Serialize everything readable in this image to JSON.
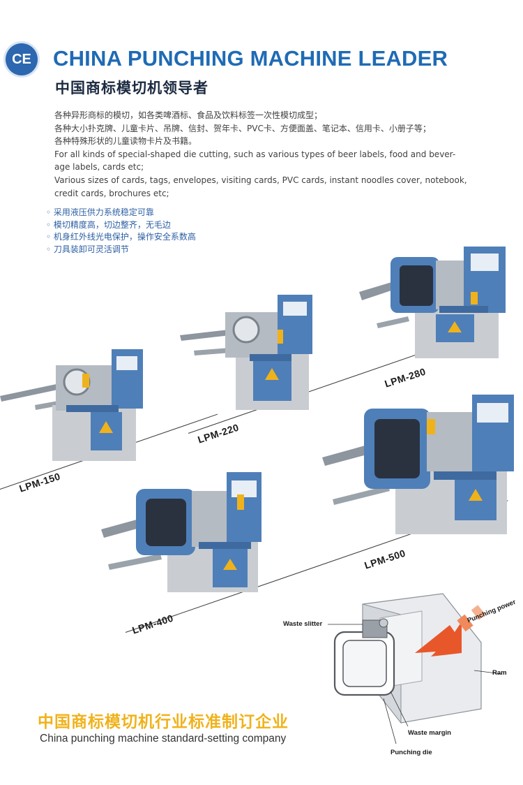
{
  "badge": {
    "text": "CE"
  },
  "header": {
    "title_en": "CHINA PUNCHING MACHINE LEADER",
    "title_cn": "中国商标模切机领导者"
  },
  "intro": {
    "line1": "各种异形商标的模切，如各类啤酒标、食品及饮料标签一次性模切成型；",
    "line2": "各种大小扑克牌、儿童卡片、吊牌、信封、贺年卡、PVC卡、方便面盖、笔记本、信用卡、小册子等；",
    "line3": "各种特殊形状的儿童读物卡片及书籍。",
    "line4": "For all kinds of special-shaped die cutting, such as various types of beer labels, food and bever-",
    "line5": "age labels, cards etc;",
    "line6": "Various sizes of cards, tags, envelopes, visiting cards, PVC cards, instant noodles cover, notebook,",
    "line7": "credit cards, brochures etc;"
  },
  "features": [
    "采用液压供力系统稳定可靠",
    "模切精度高，切边整齐，无毛边",
    "机身红外线光电保护，操作安全系数高",
    "刀具装卸可灵活调节"
  ],
  "models": {
    "m150": "LPM-150",
    "m220": "LPM-220",
    "m280": "LPM-280",
    "m400": "LPM-400",
    "m500": "LPM-500"
  },
  "diagram": {
    "waste_slitter": "Waste slitter",
    "punching_power": "Punching power",
    "ram": "Ram",
    "waste_margin": "Waste margin",
    "punching_die": "Punching die"
  },
  "footer": {
    "slogan_cn": "中国商标模切机行业标准制订企业",
    "slogan_en": "China punching machine standard-setting company"
  },
  "colors": {
    "brand_blue": "#1f6bb5",
    "machine_blue": "#4f7fb8",
    "machine_grey": "#c9cdd2",
    "accent_yellow": "#f0b21b",
    "arrow_orange": "#e8572a"
  }
}
